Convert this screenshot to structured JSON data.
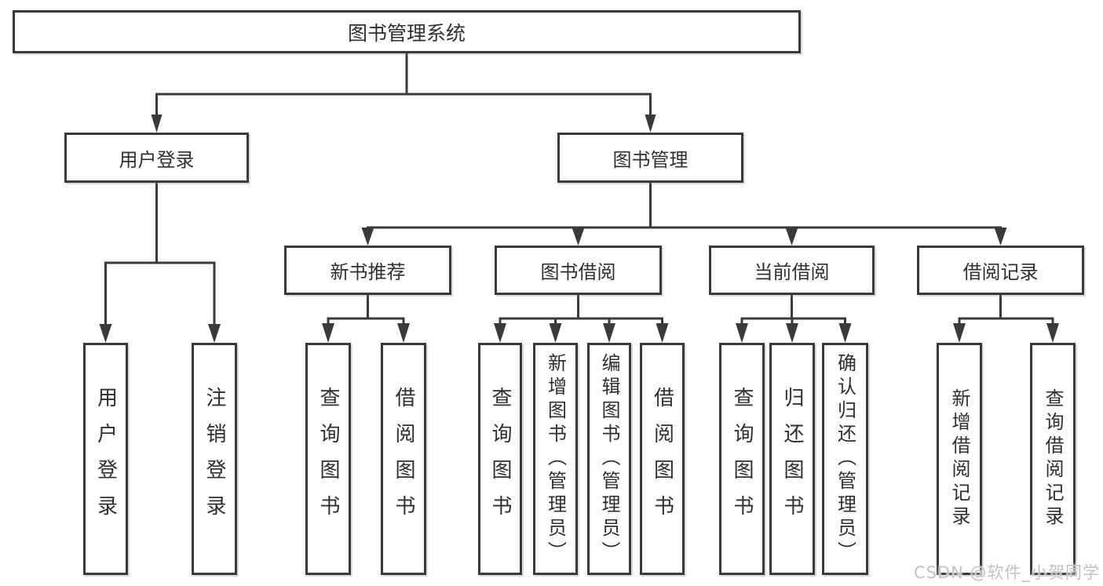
{
  "tree": {
    "root": {
      "label": "图书管理系统"
    },
    "branches": [
      {
        "label": "用户登录",
        "children": [
          {
            "label": "用户登录"
          },
          {
            "label": "注销登录"
          }
        ]
      },
      {
        "label": "图书管理",
        "children": [
          {
            "label": "新书推荐",
            "children": [
              {
                "label": "查询图书"
              },
              {
                "label": "借阅图书"
              }
            ]
          },
          {
            "label": "图书借阅",
            "children": [
              {
                "label": "查询图书"
              },
              {
                "label": "新增图书（管理员）"
              },
              {
                "label": "编辑图书（管理员）"
              },
              {
                "label": "借阅图书"
              }
            ]
          },
          {
            "label": "当前借阅",
            "children": [
              {
                "label": "查询图书"
              },
              {
                "label": "归还图书"
              },
              {
                "label": "确认归还（管理员）"
              }
            ]
          },
          {
            "label": "借阅记录",
            "children": [
              {
                "label": "新增借阅记录"
              },
              {
                "label": "查询借阅记录"
              }
            ]
          }
        ]
      }
    ]
  },
  "watermark": {
    "text": "CSDN @软件_小贺同学",
    "color": "#c2c2c2"
  },
  "colors": {
    "line": "#3a3a3a",
    "text": "#2f2f2f",
    "box_bg": "#ffffff"
  }
}
